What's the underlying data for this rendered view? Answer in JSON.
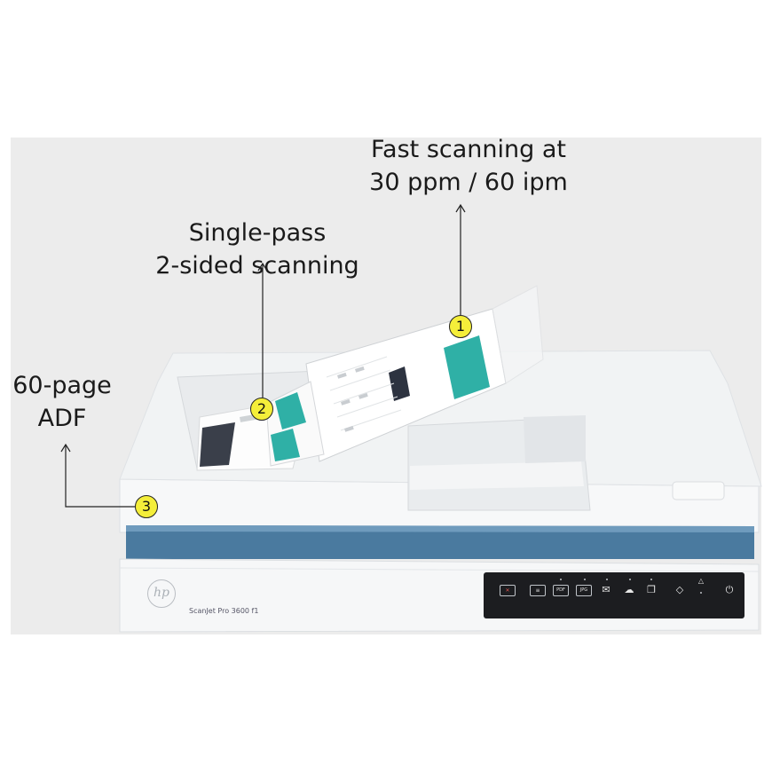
{
  "annotations": [
    {
      "number": "1",
      "line1": "Fast scanning at",
      "line2": "30 ppm / 60 ipm"
    },
    {
      "number": "2",
      "line1": "Single-pass",
      "line2": "2-sided scanning"
    },
    {
      "number": "3",
      "line1": "60-page",
      "line2": "ADF"
    }
  ],
  "device": {
    "brand_logo": "hp",
    "model_label": "ScanJet Pro 3600 f1"
  },
  "control_panel": {
    "buttons": [
      {
        "icon": "cancel-icon",
        "glyph": "✕"
      },
      {
        "icon": "menu-icon",
        "glyph": "≡"
      },
      {
        "icon": "pdf-scan-icon",
        "glyph": "PDF"
      },
      {
        "icon": "jpg-scan-icon",
        "glyph": "JPG"
      },
      {
        "icon": "email-scan-icon",
        "glyph": "✉"
      },
      {
        "icon": "cloud-scan-icon",
        "glyph": "☁"
      },
      {
        "icon": "copy-icon",
        "glyph": "❐"
      },
      {
        "icon": "feature-icon",
        "glyph": "◇"
      },
      {
        "icon": "power-icon",
        "glyph": "⏻"
      }
    ],
    "warning_icon": "warning-icon",
    "warning_glyph": "△"
  },
  "colors": {
    "accent_blue": "#4a7a9f",
    "badge_yellow": "#f4ee3a",
    "panel_black": "#1c1d20",
    "doc_teal": "#2fb0a6"
  }
}
